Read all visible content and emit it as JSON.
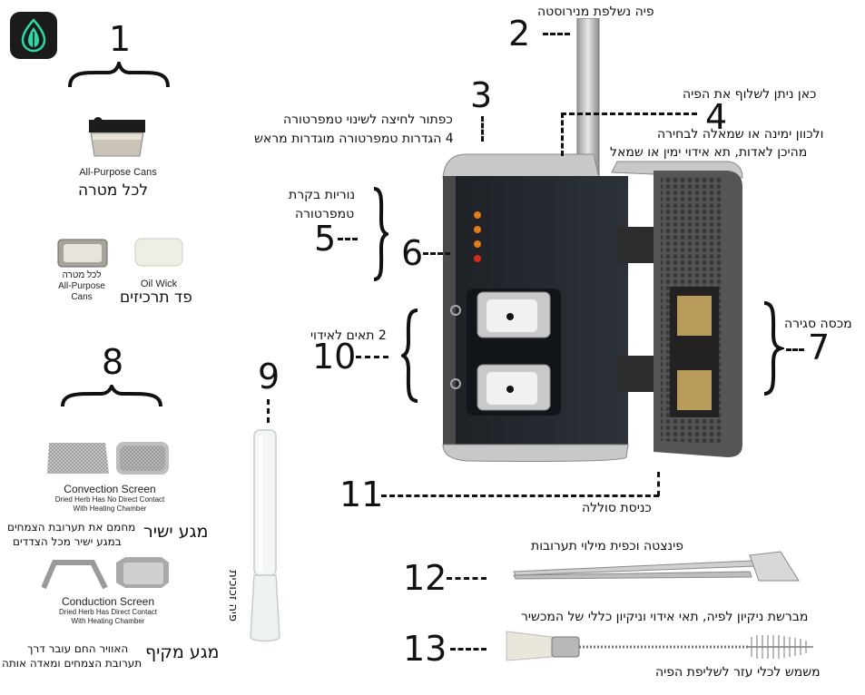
{
  "callouts": {
    "n1": "1",
    "n2": "2",
    "n3": "3",
    "n4": "4",
    "n5": "5",
    "n6": "6",
    "n7": "7",
    "n8": "8",
    "n9": "9",
    "n10": "10",
    "n11": "11",
    "n12": "12",
    "n13": "13"
  },
  "labels": {
    "mouthpiece": "פיה נשלפת מנירוסטה",
    "button_line1": "כפתור לחיצה לשינוי טמפרטורה",
    "button_line2": "4 הגדרות טמפרטורה מוגדרות מראש",
    "mouth_line1": "כאן ניתן לשלוף את הפיה",
    "mouth_line2": "ולכוון ימינה או שמאלה לבחירה",
    "mouth_line3": "מהיכן לאדות, תא אידוי ימין או שמאל",
    "leds_line1": "נוריות בקרת",
    "leds_line2": "טמפרטורה",
    "lid": "מכסה סגירה",
    "chambers": "2 תאים לאידוי",
    "battery": "כניסת סוללה",
    "tweezers": "פינצטה וכפית מילוי תערובות",
    "brush": "מברשת ניקיון לפיה, תאי אידוי וניקיון כללי של המכשיר",
    "adapter": "משמש לכלי עזר לשליפת הפיה",
    "glass_stem": "פיה זכוכית",
    "all_purpose_en": "All-Purpose Cans",
    "all_purpose_he": "לכל מטרה",
    "small_can_he": "לכל מטרה",
    "small_can_en1": "All-Purpose",
    "small_can_en2": "Cans",
    "oil_wick_en": "Oil Wick",
    "oil_wick_he": "פד תרכיזים",
    "convection_title": "Convection Screen",
    "convection_sub1": "Dried Herb Has No Direct Contact",
    "convection_sub2": "With Heating Chamber",
    "direct_he": "מגע ישיר",
    "direct_desc1": "מחמם את תערובת הצמחים",
    "direct_desc2": "במגע ישיר מכל הצדדים",
    "conduction_title": "Conduction Screen",
    "conduction_sub1": "Dried Herb Has Direct Contact",
    "conduction_sub2": "With Heating Chamber",
    "indirect_he": "מגע מקיף",
    "indirect_desc1": "האוויר החם עובר דרך",
    "indirect_desc2": "תערובת הצמחים ומאדה אותה"
  },
  "app_icon": "leaf-drop-icon"
}
